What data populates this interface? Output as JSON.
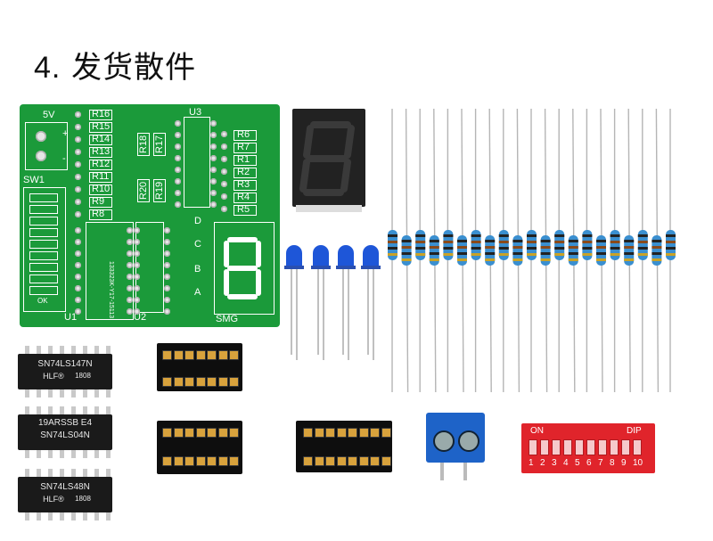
{
  "heading": {
    "number": "4.",
    "text": "发货散件"
  },
  "pcb": {
    "labels": {
      "power": "5V",
      "plus": "+",
      "minus": "-",
      "switch": "SW1",
      "u1": "U1",
      "u2": "U2",
      "u3": "U3",
      "smg": "SMG",
      "seg_d": "D",
      "seg_c": "C",
      "seg_b": "B",
      "seg_a": "A",
      "ok": "OK",
      "pcb_code": "133323K-Y17-15113"
    },
    "left_resistors": [
      "R16",
      "R15",
      "R14",
      "R13",
      "R12",
      "R11",
      "R10",
      "R9",
      "R8"
    ],
    "right_resistors": [
      "R6",
      "R7",
      "R1",
      "R2",
      "R3",
      "R4",
      "R5"
    ],
    "vertical_resistors": [
      "R18",
      "R17",
      "R20",
      "R19"
    ]
  },
  "chips": [
    {
      "line1": "SN74LS147N",
      "line2": "HLF®",
      "line3": "1808"
    },
    {
      "line1": "19ARSSB E4",
      "line2": "SN74LS04N",
      "line3": ""
    },
    {
      "line1": "SN74LS48N",
      "line2": "HLF®",
      "line3": "1808"
    }
  ],
  "dip_switch": {
    "on": "ON",
    "dip": "DIP",
    "numbers": [
      "1",
      "2",
      "3",
      "4",
      "5",
      "6",
      "7",
      "8",
      "9",
      "10"
    ]
  },
  "colors": {
    "pcb": "#1b9a3a",
    "led": "#1e56d8",
    "resistor_body": "#3a8fd0",
    "terminal": "#1e63c8",
    "dip": "#e0242b"
  }
}
